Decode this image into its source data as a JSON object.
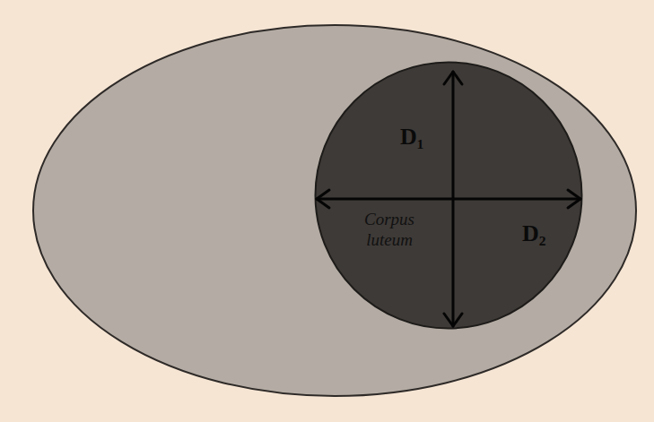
{
  "diagram": {
    "nodes": [
      {
        "text": [
          "Corpus luteum"
        ]
      }
    ],
    "labels": [
      "D₁",
      "D₂"
    ]
  }
}
